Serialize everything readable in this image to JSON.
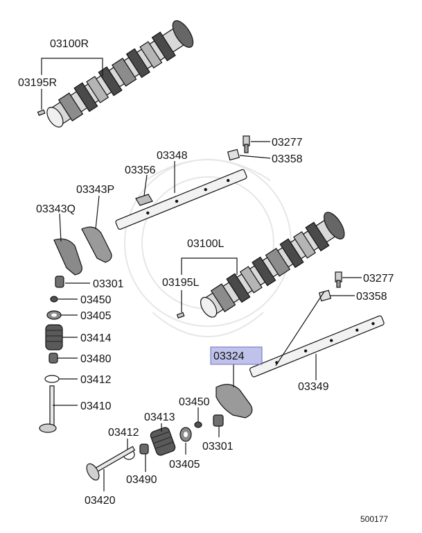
{
  "diagram_id": "500177",
  "highlight_color": "#8a90d8",
  "labels": {
    "p03100R": "03100R",
    "p03195R": "03195R",
    "p03277a": "03277",
    "p03358a": "03358",
    "p03348": "03348",
    "p03356": "03356",
    "p03343P": "03343P",
    "p03343Q": "03343Q",
    "p03100L": "03100L",
    "p03195L": "03195L",
    "p03277b": "03277",
    "p03358b": "03358",
    "p03301a": "03301",
    "p03450a": "03450",
    "p03405a": "03405",
    "p03414": "03414",
    "p03480": "03480",
    "p03412a": "03412",
    "p03410": "03410",
    "p03324": "03324",
    "p03349": "03349",
    "p03450b": "03450",
    "p03413": "03413",
    "p03412b": "03412",
    "p03301b": "03301",
    "p03405b": "03405",
    "p03490": "03490",
    "p03420": "03420"
  }
}
